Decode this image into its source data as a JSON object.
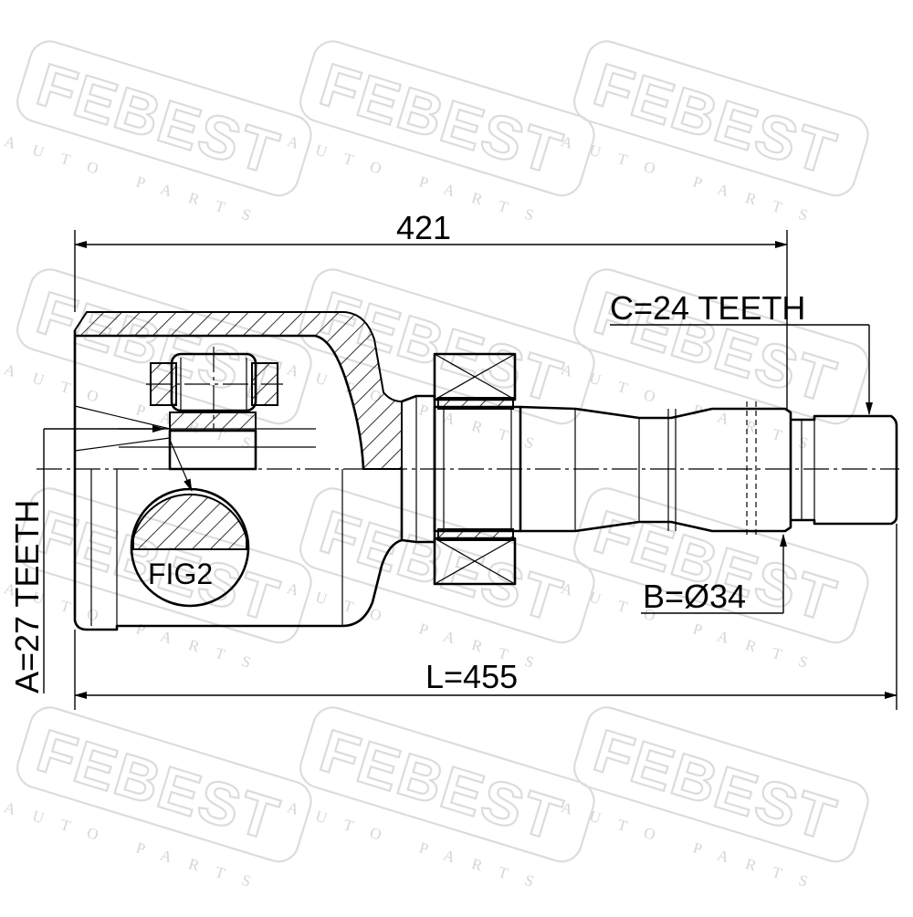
{
  "watermark": {
    "brand": "FEBEST",
    "tagline": "AUTO PARTS"
  },
  "dimensions": {
    "overall_to_spline": "421",
    "spline_outer_teeth": "C=24 TEETH",
    "shaft_diameter": "B=Ø34",
    "inner_teeth": "A=27 TEETH",
    "total_length": "L=455"
  },
  "detail": {
    "callout": "FIG2"
  },
  "colors": {
    "line": "#000000",
    "watermark": "#dcdcdc"
  }
}
